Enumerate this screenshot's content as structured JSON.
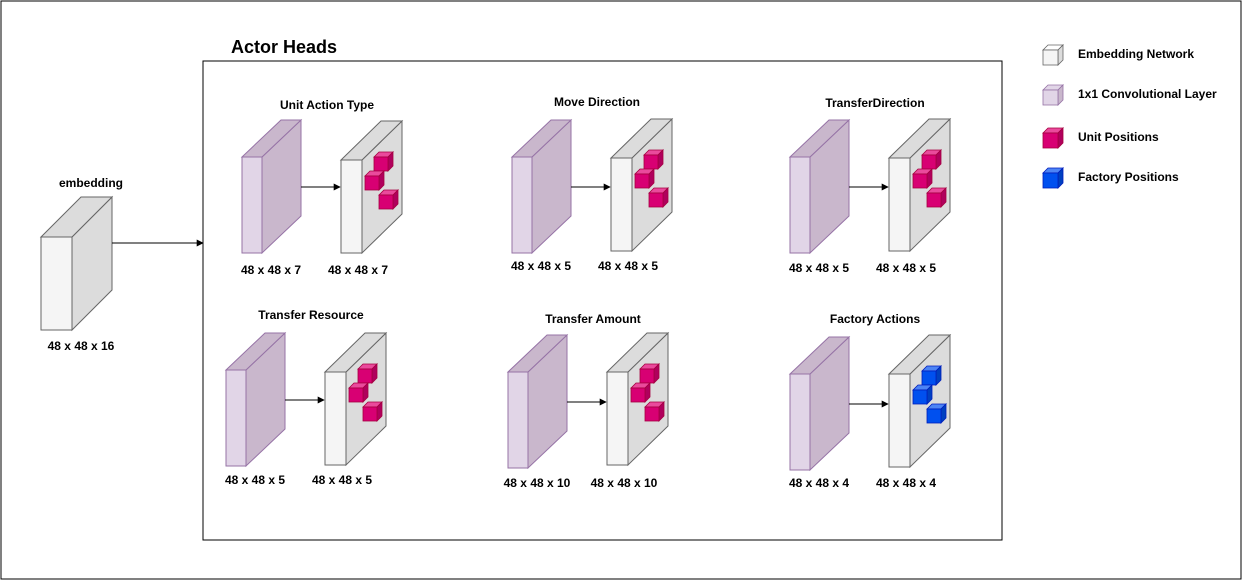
{
  "diagram": {
    "title": "Actor Heads",
    "input": {
      "label": "embedding",
      "dims": "48 x 48 x 16"
    },
    "heads": [
      {
        "title": "Unit Action Type",
        "conv_dims": "48 x 48 x 7",
        "out_dims": "48 x 48 x 7",
        "position_type": "unit"
      },
      {
        "title": "Move Direction",
        "conv_dims": "48 x 48 x 5",
        "out_dims": "48 x 48 x 5",
        "position_type": "unit"
      },
      {
        "title": "TransferDirection",
        "conv_dims": "48 x 48 x 5",
        "out_dims": "48 x 48 x 5",
        "position_type": "unit"
      },
      {
        "title": "Transfer Resource",
        "conv_dims": "48 x 48 x 5",
        "out_dims": "48 x 48 x 5",
        "position_type": "unit"
      },
      {
        "title": "Transfer Amount",
        "conv_dims": "48 x 48 x 10",
        "out_dims": "48 x 48 x 10",
        "position_type": "unit"
      },
      {
        "title": "Factory Actions",
        "conv_dims": "48 x 48 x 4",
        "out_dims": "48 x 48 x 4",
        "position_type": "factory"
      }
    ]
  },
  "legend": {
    "items": [
      {
        "key": "embedding",
        "label": "Embedding Network"
      },
      {
        "key": "conv",
        "label": "1x1 Convolutional Layer"
      },
      {
        "key": "unit",
        "label": "Unit Positions"
      },
      {
        "key": "factory",
        "label": "Factory Positions"
      }
    ]
  },
  "colors": {
    "embedding_front": "#f5f5f5",
    "embedding_side": "#dcdcdc",
    "embedding_stroke": "#666666",
    "conv_front": "#e1d5e7",
    "conv_side": "#c9b7cc",
    "conv_stroke": "#9673a6",
    "unit_front": "#d80073",
    "unit_top": "#ea4a9c",
    "unit_side": "#b0005d",
    "unit_stroke": "#a50040",
    "factory_front": "#0050ef",
    "factory_top": "#4d84f5",
    "factory_side": "#0040c0",
    "factory_stroke": "#001dbc"
  }
}
